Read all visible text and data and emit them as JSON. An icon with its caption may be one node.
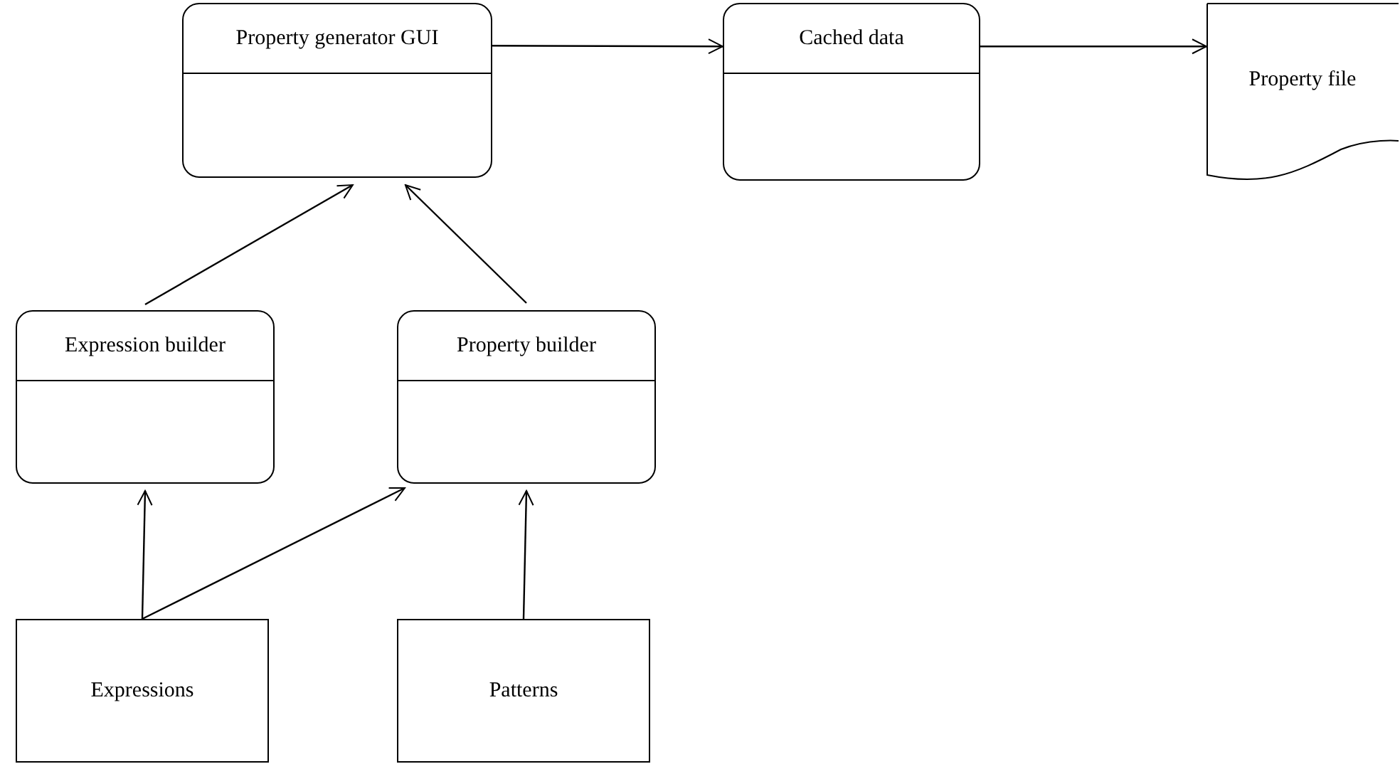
{
  "diagram": {
    "nodes": [
      {
        "text": [
          "Property generator GUI"
        ]
      },
      {
        "text": [
          "Cached data"
        ]
      },
      {
        "text": [
          "Property file"
        ]
      },
      {
        "text": [
          "Expression builder"
        ]
      },
      {
        "text": [
          "Property builder"
        ]
      },
      {
        "text": [
          "Expressions"
        ]
      },
      {
        "text": [
          "Patterns"
        ]
      }
    ],
    "edges": [
      {
        "from": 0,
        "to": 1,
        "arrow": "to"
      },
      {
        "from": 1,
        "to": 2,
        "arrow": "to"
      },
      {
        "from": 3,
        "to": 0,
        "arrow": "to"
      },
      {
        "from": 4,
        "to": 0,
        "arrow": "to"
      },
      {
        "from": 5,
        "to": 3,
        "arrow": "to"
      },
      {
        "from": 5,
        "to": 4,
        "arrow": "to"
      },
      {
        "from": 6,
        "to": 4,
        "arrow": "to"
      }
    ]
  }
}
